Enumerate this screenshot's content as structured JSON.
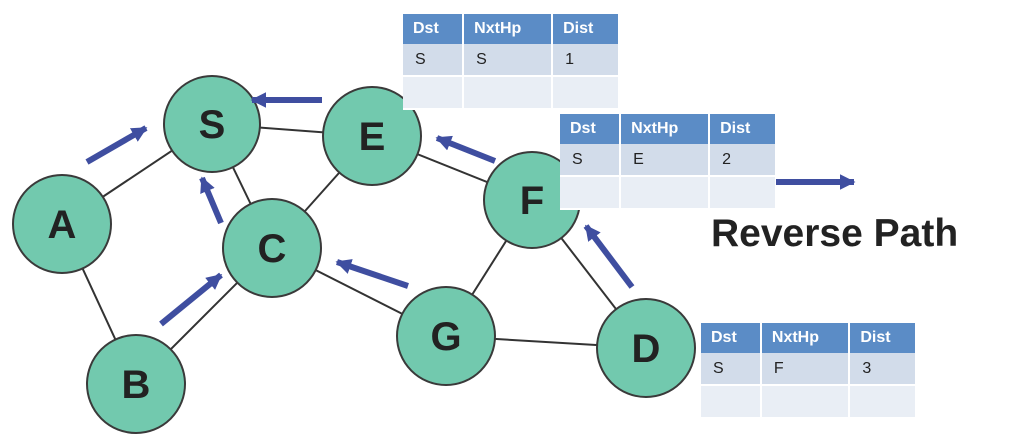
{
  "title": "Reverse Path",
  "colors": {
    "node_fill": "#72c9ae",
    "node_stroke": "#3a3a3a",
    "arrow": "#3f4ea0",
    "table_header": "#5b8cc6"
  },
  "nodes": [
    {
      "id": "S",
      "label": "S"
    },
    {
      "id": "E",
      "label": "E"
    },
    {
      "id": "A",
      "label": "A"
    },
    {
      "id": "C",
      "label": "C"
    },
    {
      "id": "F",
      "label": "F"
    },
    {
      "id": "G",
      "label": "G"
    },
    {
      "id": "D",
      "label": "D"
    },
    {
      "id": "B",
      "label": "B"
    }
  ],
  "tables": {
    "at_E": {
      "headers": [
        "Dst",
        "NxtHp",
        "Dist"
      ],
      "rows": [
        [
          "S",
          "S",
          "1"
        ],
        [
          "",
          "",
          ""
        ]
      ]
    },
    "at_F": {
      "headers": [
        "Dst",
        "NxtHp",
        "Dist"
      ],
      "rows": [
        [
          "S",
          "E",
          "2"
        ],
        [
          "",
          "",
          ""
        ]
      ]
    },
    "at_D": {
      "headers": [
        "Dst",
        "NxtHp",
        "Dist"
      ],
      "rows": [
        [
          "S",
          "F",
          "3"
        ],
        [
          "",
          "",
          ""
        ]
      ]
    }
  }
}
